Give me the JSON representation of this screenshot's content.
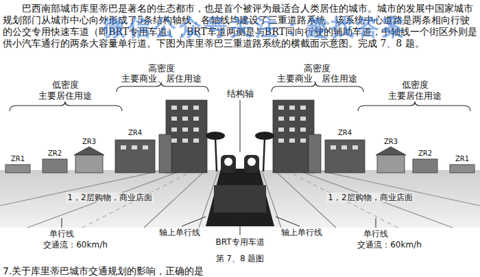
{
  "diagram": {
    "caption": "第 7、8 题图",
    "labels": [
      "巴西南部城市库里蒂巴是著名的生态都市，也是首个被评为最适合人类居住的城市。城市的发展中国家城市规划部门从城市中心向外形成了5条结构轴线，各轴线均建设了三重道路系统。该系统中心道路是两条相向行驶的公交专用快速车道（即BRT专用车道），BRT车道两侧是与BRT同向行驶的辅助车道，中轴线一个街区外则是供小汽车通行的两条大容量单行道。下图为库里蒂巴三重道路系统的横截面示意图。完成 7、8 题。",
      "微信公众号关注：趣找答案",
      "高密度",
      "主要商业、居住用途",
      "高密度",
      "主要商业、居住用途",
      "低密度",
      "主要居住用途",
      "结构轴",
      "低密度",
      "主要居住用途",
      "ZR4",
      "ZR4",
      "ZR3",
      "ZR3",
      "ZR2",
      "ZR2",
      "ZR1",
      "ZR1",
      "1，2层购物，商业店面",
      "1，2层购物，商业店面",
      "单行线",
      "轴上单行线",
      "BRT专用车道",
      "轴上单行线",
      "单行线",
      "交通流：60km/h",
      "交通流：60km/h",
      "7.关于库里蒂巴城市交通规划的影响，正确的是"
    ]
  }
}
